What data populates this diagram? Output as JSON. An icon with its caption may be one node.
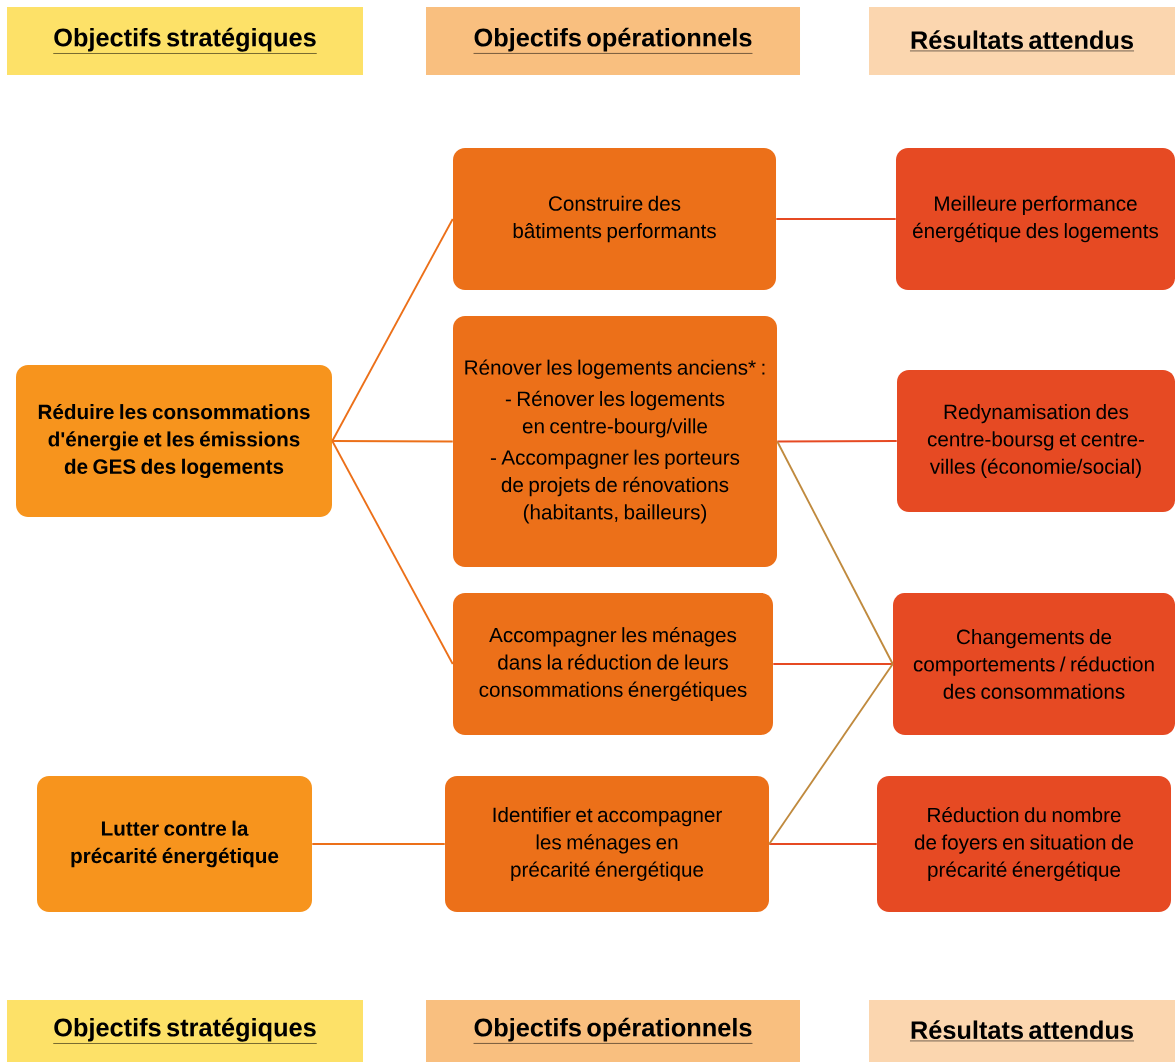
{
  "diagram": {
    "nodes": [
      {
        "text": [
          "Objectifs stratégiques"
        ]
      },
      {
        "text": [
          "Objectifs opérationnels"
        ]
      },
      {
        "text": [
          "Résultats attendus"
        ]
      },
      {
        "text": [
          "Réduire les consommations d'énergie et les émissions de GES des logements"
        ]
      },
      {
        "text": [
          "Construire des bâtiments performants"
        ]
      },
      {
        "text": [
          "Rénover les logements anciens* :",
          "- Rénover les logements en centre-bourg/ville",
          "- Accompagner les porteurs de projets de rénovations (habitants, bailleurs)"
        ]
      },
      {
        "text": [
          "Accompagner les ménages dans la réduction de leurs consommations énergétiques"
        ]
      },
      {
        "text": [
          "Lutter contre la précarité énergétique"
        ]
      },
      {
        "text": [
          "Identifier et accompagner les ménages en précarité énergétique"
        ]
      },
      {
        "text": [
          "Meilleure performance énergétique des logements"
        ]
      },
      {
        "text": [
          "Redynamisation des centre-boursg et centre-villes (économie/social)"
        ]
      },
      {
        "text": [
          "Changements de comportements / réduction des consommations"
        ]
      },
      {
        "text": [
          "Réduction du nombre de foyers en situation de précarité énergétique"
        ]
      },
      {
        "text": [
          "Objectifs stratégiques"
        ]
      },
      {
        "text": [
          "Objectifs opérationnels"
        ]
      },
      {
        "text": [
          "Résultats attendus"
        ]
      }
    ],
    "edges": [
      {
        "from": 3,
        "to": 4,
        "arrow": "none"
      },
      {
        "from": 3,
        "to": 5,
        "arrow": "none"
      },
      {
        "from": 3,
        "to": 6,
        "arrow": "none"
      },
      {
        "from": 7,
        "to": 8,
        "arrow": "none"
      },
      {
        "from": 4,
        "to": 9,
        "arrow": "none",
        "color": "#e64a23"
      },
      {
        "from": 5,
        "to": 10,
        "arrow": "none",
        "color": "#e64a23"
      },
      {
        "from": 6,
        "to": 11,
        "arrow": "none",
        "color": "#e64a23"
      },
      {
        "from": 8,
        "to": 12,
        "arrow": "none",
        "color": "#e64a23"
      },
      {
        "from": 5,
        "to": 11,
        "arrow": "none",
        "color": "#c08a3e"
      },
      {
        "from": 8,
        "to": 11,
        "arrow": "none",
        "color": "#c08a3e"
      }
    ]
  }
}
